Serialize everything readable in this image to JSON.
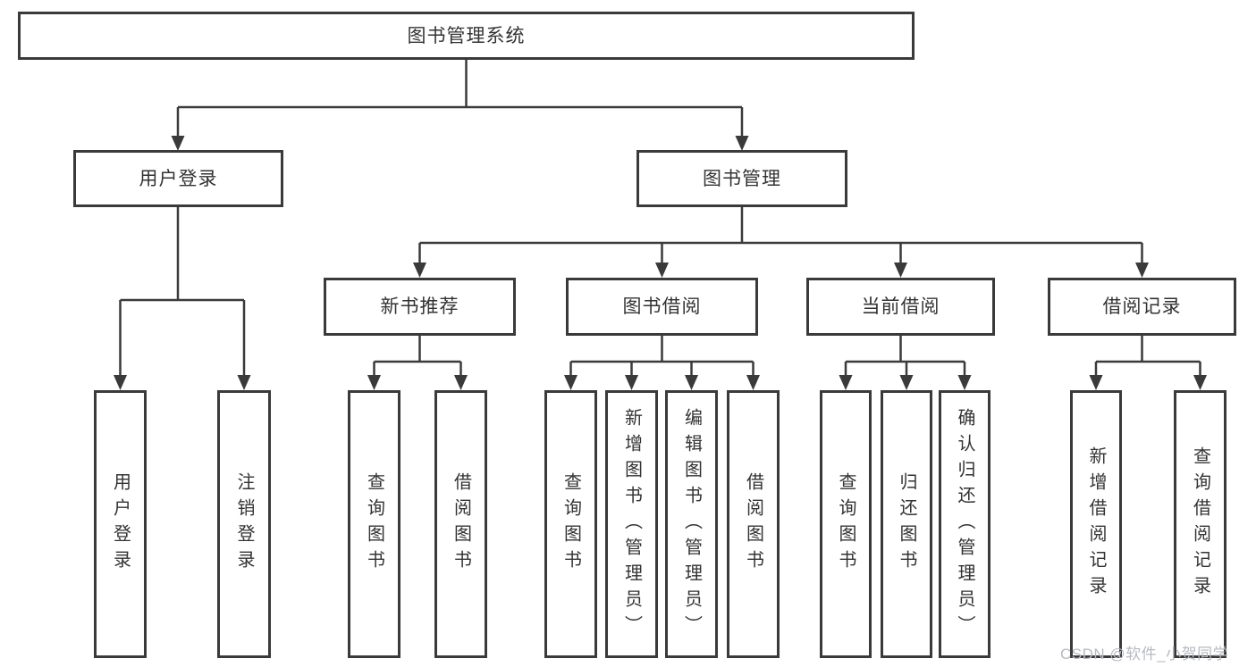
{
  "diagram": {
    "root": {
      "label": "图书管理系统"
    },
    "children": [
      {
        "label": "用户登录",
        "children": [
          {
            "label": "用户登录"
          },
          {
            "label": "注销登录"
          }
        ]
      },
      {
        "label": "图书管理",
        "children": [
          {
            "label": "新书推荐",
            "children": [
              {
                "label": "查询图书"
              },
              {
                "label": "借阅图书"
              }
            ]
          },
          {
            "label": "图书借阅",
            "children": [
              {
                "label": "查询图书"
              },
              {
                "label": "新增图书（管理员）"
              },
              {
                "label": "编辑图书（管理员）"
              },
              {
                "label": "借阅图书"
              }
            ]
          },
          {
            "label": "当前借阅",
            "children": [
              {
                "label": "查询图书"
              },
              {
                "label": "归还图书"
              },
              {
                "label": "确认归还（管理员）"
              }
            ]
          },
          {
            "label": "借阅记录",
            "children": [
              {
                "label": "新增借阅记录"
              },
              {
                "label": "查询借阅记录"
              }
            ]
          }
        ]
      }
    ]
  },
  "watermark": "CSDN @软件_小贺同学",
  "colors": {
    "line": "#3a3a3a",
    "text": "#333333",
    "background": "#ffffff",
    "watermark": "#b7bac0"
  }
}
